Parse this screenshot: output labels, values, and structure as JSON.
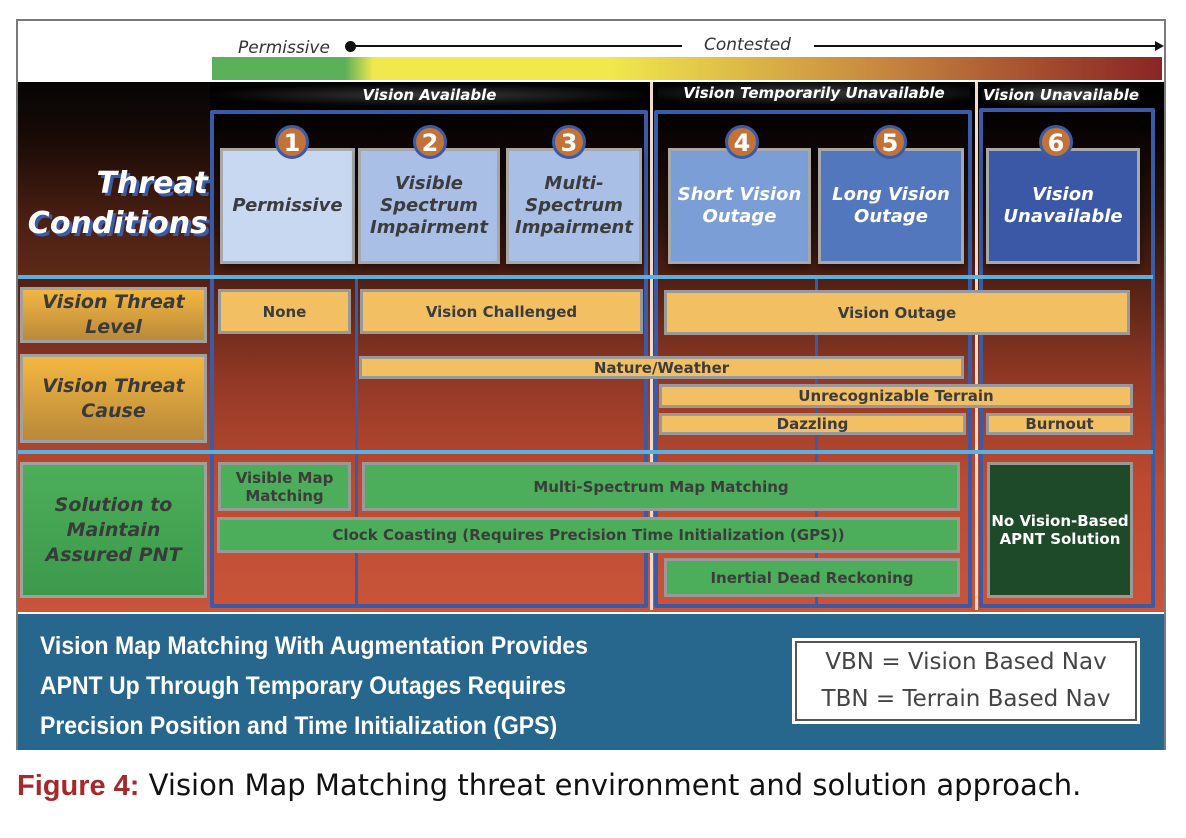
{
  "scale": {
    "start_label": "Permissive",
    "end_label": "Contested",
    "colors": [
      "#5cb05a",
      "#f0e84d",
      "#c4823e",
      "#8a2525"
    ]
  },
  "groups": [
    {
      "title": "Vision Available"
    },
    {
      "title": "Vision Temporarily Unavailable"
    },
    {
      "title": "Vision Unavailable"
    }
  ],
  "threat_conditions_title": [
    "Threat",
    "Conditions"
  ],
  "conditions": [
    {
      "number": "1",
      "label": "Permissive",
      "color": "#c8d8f0"
    },
    {
      "number": "2",
      "label": "Visible Spectrum Impairment",
      "color": "#a9bfe6"
    },
    {
      "number": "3",
      "label": "Multi-Spectrum Impairment",
      "color": "#a9bfe6"
    },
    {
      "number": "4",
      "label": "Short Vision Outage",
      "color": "#7b9ed6"
    },
    {
      "number": "5",
      "label": "Long Vision Outage",
      "color": "#5277bd"
    },
    {
      "number": "6",
      "label": "Vision Unavailable",
      "color": "#3a58a6"
    }
  ],
  "row_labels": {
    "threat_level": "Vision Threat Level",
    "threat_cause": "Vision Threat Cause",
    "solution": "Solution to Maintain Assured PNT"
  },
  "threat_level": [
    {
      "label": "None",
      "columns": "1"
    },
    {
      "label": "Vision Challenged",
      "columns": "2-3"
    },
    {
      "label": "Vision Outage",
      "columns": "4-6"
    }
  ],
  "threat_cause": [
    {
      "label": "Nature/Weather",
      "columns": "2-5"
    },
    {
      "label": "Unrecognizable Terrain",
      "columns": "4-6"
    },
    {
      "label": "Dazzling",
      "columns": "4-5"
    },
    {
      "label": "Burnout",
      "columns": "6"
    }
  ],
  "solutions": [
    {
      "label": "Visible Map Matching",
      "columns": "1"
    },
    {
      "label": "Multi-Spectrum Map Matching",
      "columns": "2-5"
    },
    {
      "label": "Clock Coasting (Requires Precision Time Initialization (GPS))",
      "columns": "1-5"
    },
    {
      "label": "Inertial Dead Reckoning",
      "columns": "4-5"
    },
    {
      "label": "No Vision-Based APNT Solution",
      "columns": "6"
    }
  ],
  "footer": {
    "lines": [
      "Vision Map Matching With Augmentation Provides",
      "APNT Up Through Temporary Outages Requires",
      "Precision Position and Time Initialization (GPS)"
    ],
    "abbreviations": [
      "VBN = Vision Based Nav",
      "TBN = Terrain Based Nav"
    ]
  },
  "caption": {
    "label": "Figure 4:",
    "text": " Vision Map Matching threat environment and solution approach."
  }
}
